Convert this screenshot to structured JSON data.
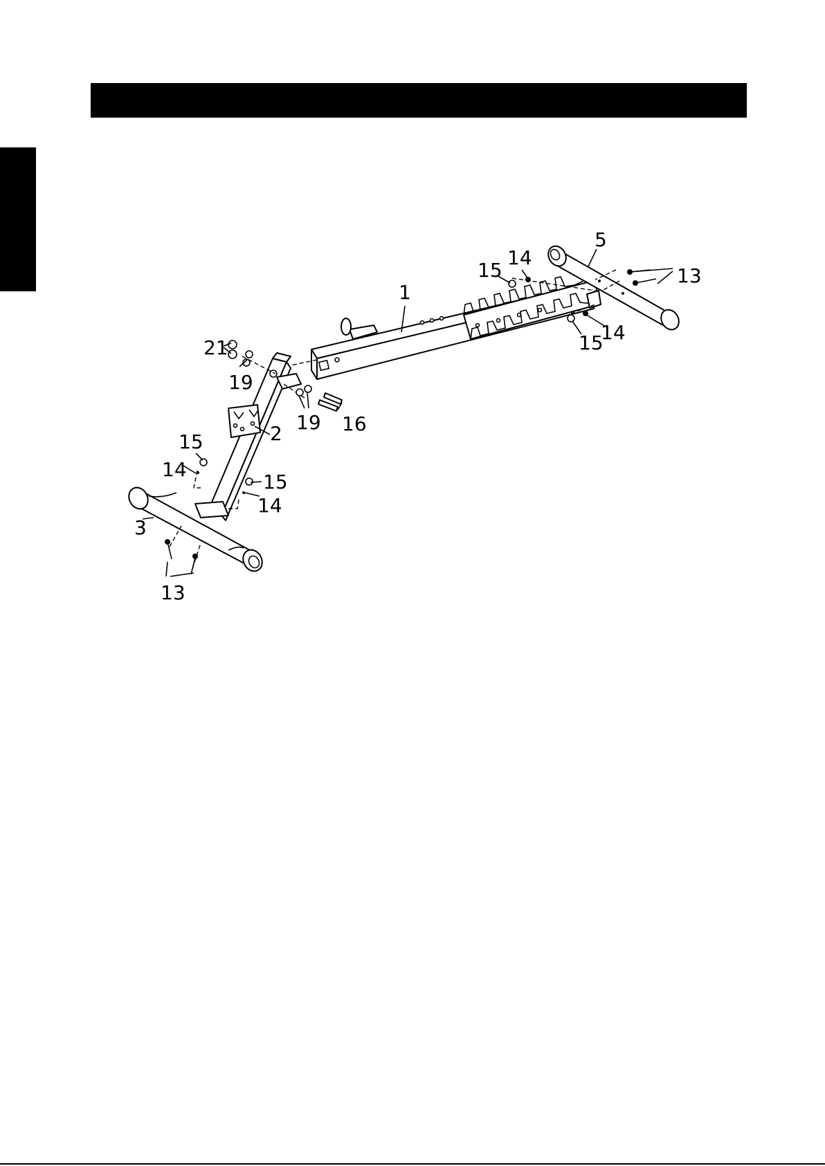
{
  "callouts": {
    "p1": "1",
    "p2": "2",
    "p3": "3",
    "p5": "5",
    "p13_right": "13",
    "p13_left": "13",
    "p14_top": "14",
    "p14_right": "14",
    "p14_left_a": "14",
    "p14_left_b": "14",
    "p15_top": "15",
    "p15_right": "15",
    "p15_left_a": "15",
    "p15_left_b": "15",
    "p16": "16",
    "p19_a": "19",
    "p19_b": "19",
    "p21": "21"
  }
}
